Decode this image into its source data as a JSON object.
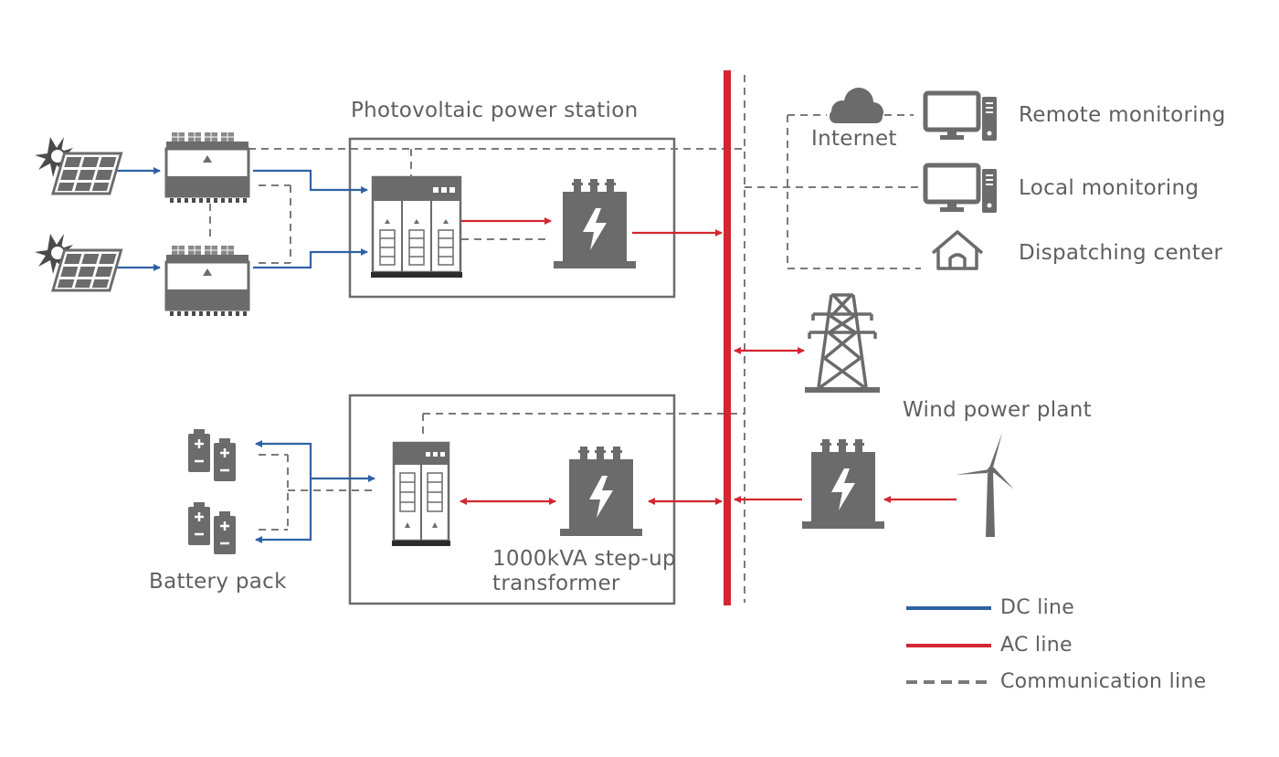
{
  "labels": {
    "pv_station": "Photovoltaic power station",
    "internet": "Internet",
    "remote_monitoring": "Remote monitoring",
    "local_monitoring": "Local monitoring",
    "dispatching_center": "Dispatching center",
    "wind_power_plant": "Wind power plant",
    "battery_pack": "Battery pack",
    "transformer_line1": "1000kVA step-up",
    "transformer_line2": "transformer"
  },
  "legend": {
    "dc": "DC line",
    "ac": "AC line",
    "comm": "Communication line"
  },
  "colors": {
    "dc": "#2e62a4",
    "ac": "#d32630",
    "comm": "#7a7a7a",
    "device": "#6b6b6b",
    "text": "#5f5f5f"
  },
  "icons": [
    "solar-panel-icon",
    "inverter-icon",
    "pcs-cabinet-icon",
    "transformer-icon",
    "cloud-icon",
    "computer-icon",
    "house-icon",
    "transmission-tower-icon",
    "wind-turbine-icon",
    "battery-icon"
  ]
}
